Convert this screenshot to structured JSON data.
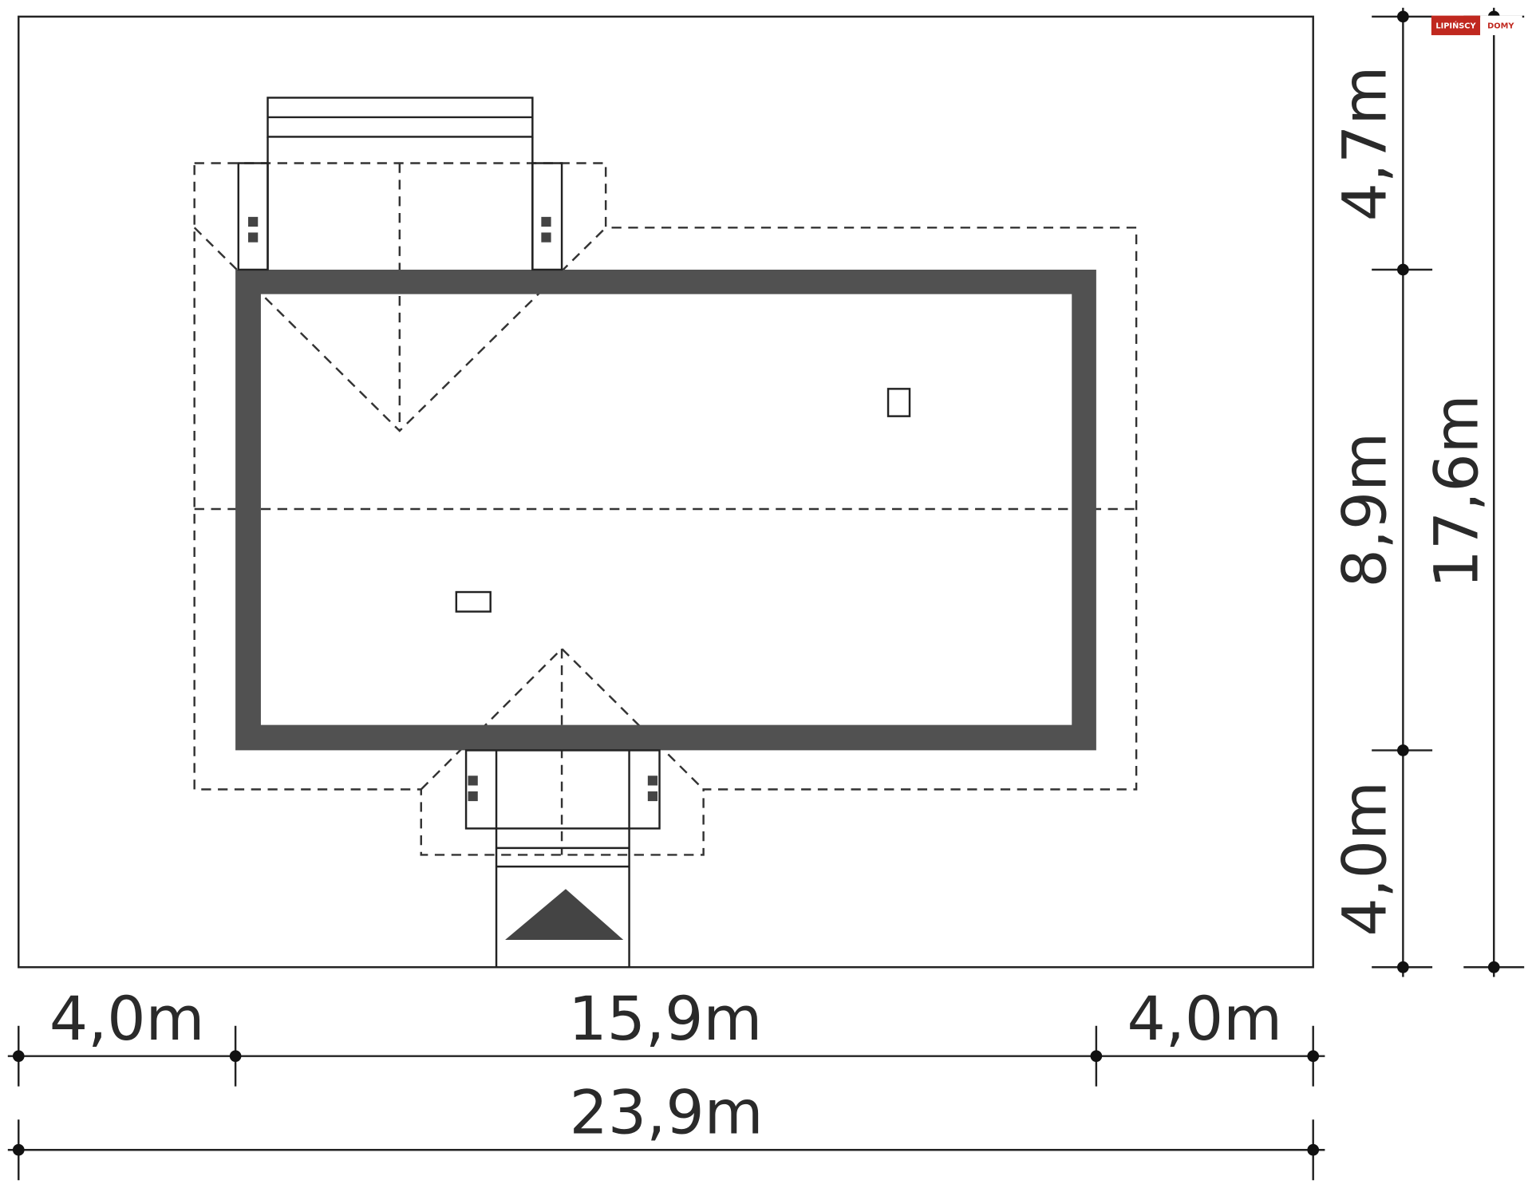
{
  "logo": {
    "brand": "LIPIŃSCY",
    "suffix": "DOMY",
    "brand_color": "#c0281f"
  },
  "dimensions": {
    "vertical": {
      "front": "4,7m",
      "house": "8,9m",
      "back": "4,0m",
      "total": "17,6m"
    },
    "horizontal": {
      "left": "4,0m",
      "house": "15,9m",
      "right": "4,0m",
      "total": "23,9m"
    }
  },
  "colors": {
    "wall": "#515151",
    "line": "#222222"
  }
}
